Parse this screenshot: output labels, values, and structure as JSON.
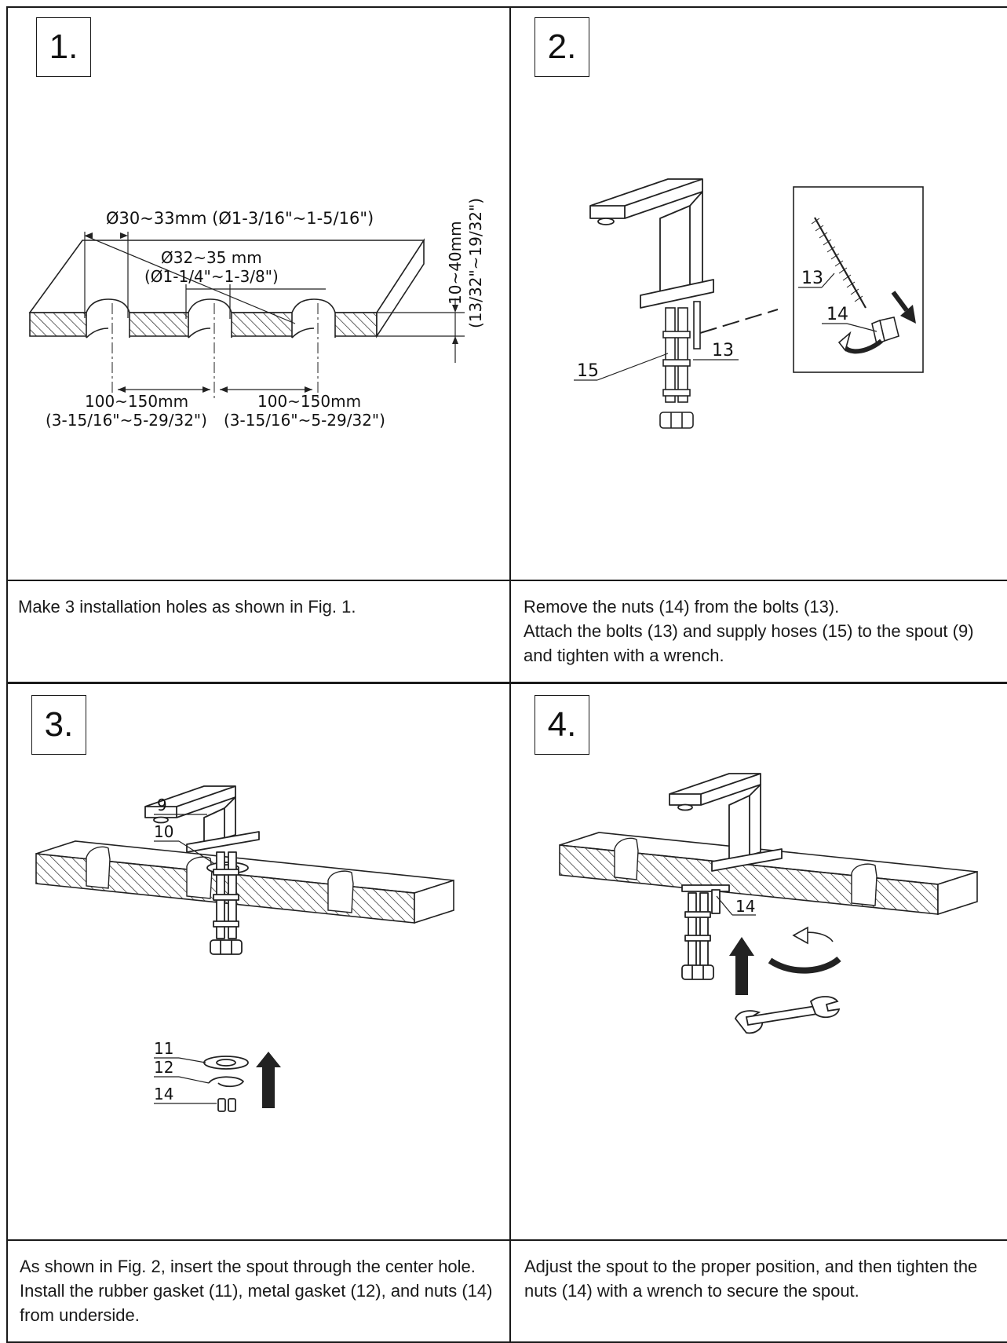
{
  "steps": [
    {
      "number": "1.",
      "caption": "Make 3 installation holes as shown in Fig. 1.",
      "dims": {
        "hole_dia_outer": "Ø30~33mm (Ø1-3/16\"~1-5/16\")",
        "hole_dia_center_mm": "Ø32~35 mm",
        "hole_dia_center_in": "(Ø1-1/4\"~1-3/8\")",
        "thickness_mm": "10~40mm",
        "thickness_in": "(13/32\"~19/32\")",
        "spacing_left_mm": "100~150mm",
        "spacing_left_in": "(3-15/16\"~5-29/32\")",
        "spacing_right_mm": "100~150mm",
        "spacing_right_in": "(3-15/16\"~5-29/32\")"
      }
    },
    {
      "number": "2.",
      "caption": "Remove the nuts (14) from the bolts (13).\nAttach the bolts (13) and supply hoses (15) to the spout (9) and tighten with a wrench.",
      "labels": {
        "bolt": "13",
        "nut": "14",
        "hose": "15",
        "bolt_on_spout": "13"
      }
    },
    {
      "number": "3.",
      "caption": "As shown in Fig. 2, insert the spout through the center hole. Install the rubber gasket (11), metal gasket (12), and nuts (14) from underside.",
      "labels": {
        "spout": "9",
        "o_ring": "10",
        "rubber_gasket": "11",
        "metal_gasket": "12",
        "nuts": "14"
      }
    },
    {
      "number": "4.",
      "caption": "Adjust the spout to the proper position, and then tighten the nuts (14) with a wrench to secure the spout.",
      "labels": {
        "nuts": "14"
      }
    }
  ],
  "icons": [
    "spout-illustration",
    "countertop-illustration",
    "wrench-icon",
    "arrow-up-icon",
    "rotate-arrow-icon"
  ]
}
